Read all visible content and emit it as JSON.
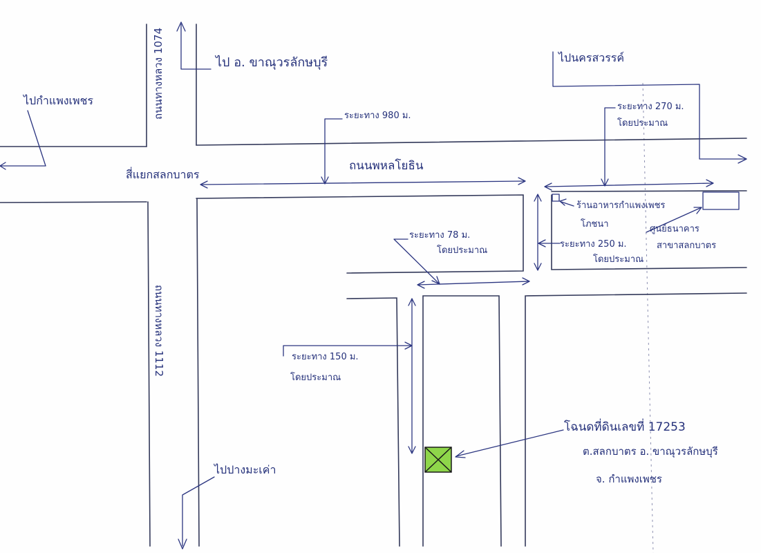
{
  "labels": {
    "to_kanchanaburi": "ไป อ. ขาณุวรลักษบุรี",
    "to_nakhon_sawan": "ไปนครสวรรค์",
    "to_kamphaeng_phet": "ไปกำแพงเพชร",
    "highway_1074": "ถนนทางหลวง 1074",
    "highway_1112": "ถนนทางหลวง 1112",
    "to_pang_makhao": "ไปปางมะเค่า",
    "intersection": "สี่แยกสลกบาตร",
    "phahonyothin_road": "ถนนพหลโยธิน",
    "dist_980": "ระยะทาง 980 ม.",
    "dist_270": "ระยะทาง 270 ม.",
    "approx_270": "โดยประมาณ",
    "restaurant": "ร้านอาหารกำแพงเพชร",
    "restaurant_sub": "โภชนา",
    "bank": "ศูนย์ธนาคาร",
    "bank_sub": "สาขาสลกบาตร",
    "dist_78": "ระยะทาง 78 ม.",
    "approx_78": "โดยประมาณ",
    "dist_250": "ระยะทาง 250 ม.",
    "approx_250": "โดยประมาณ",
    "dist_150": "ระยะทาง 150 ม.",
    "approx_150": "โดยประมาณ",
    "land_title": "โฉนดที่ดินเลขที่ 17253",
    "land_subdistrict": "ต.สลกบาตร อ. ขาณุวรลักษบุรี",
    "land_province": "จ. กำแพงเพชร"
  },
  "colors": {
    "ink": "#2b3580",
    "marker_fill": "#8ed64a",
    "marker_border": "#1a1a1a"
  }
}
